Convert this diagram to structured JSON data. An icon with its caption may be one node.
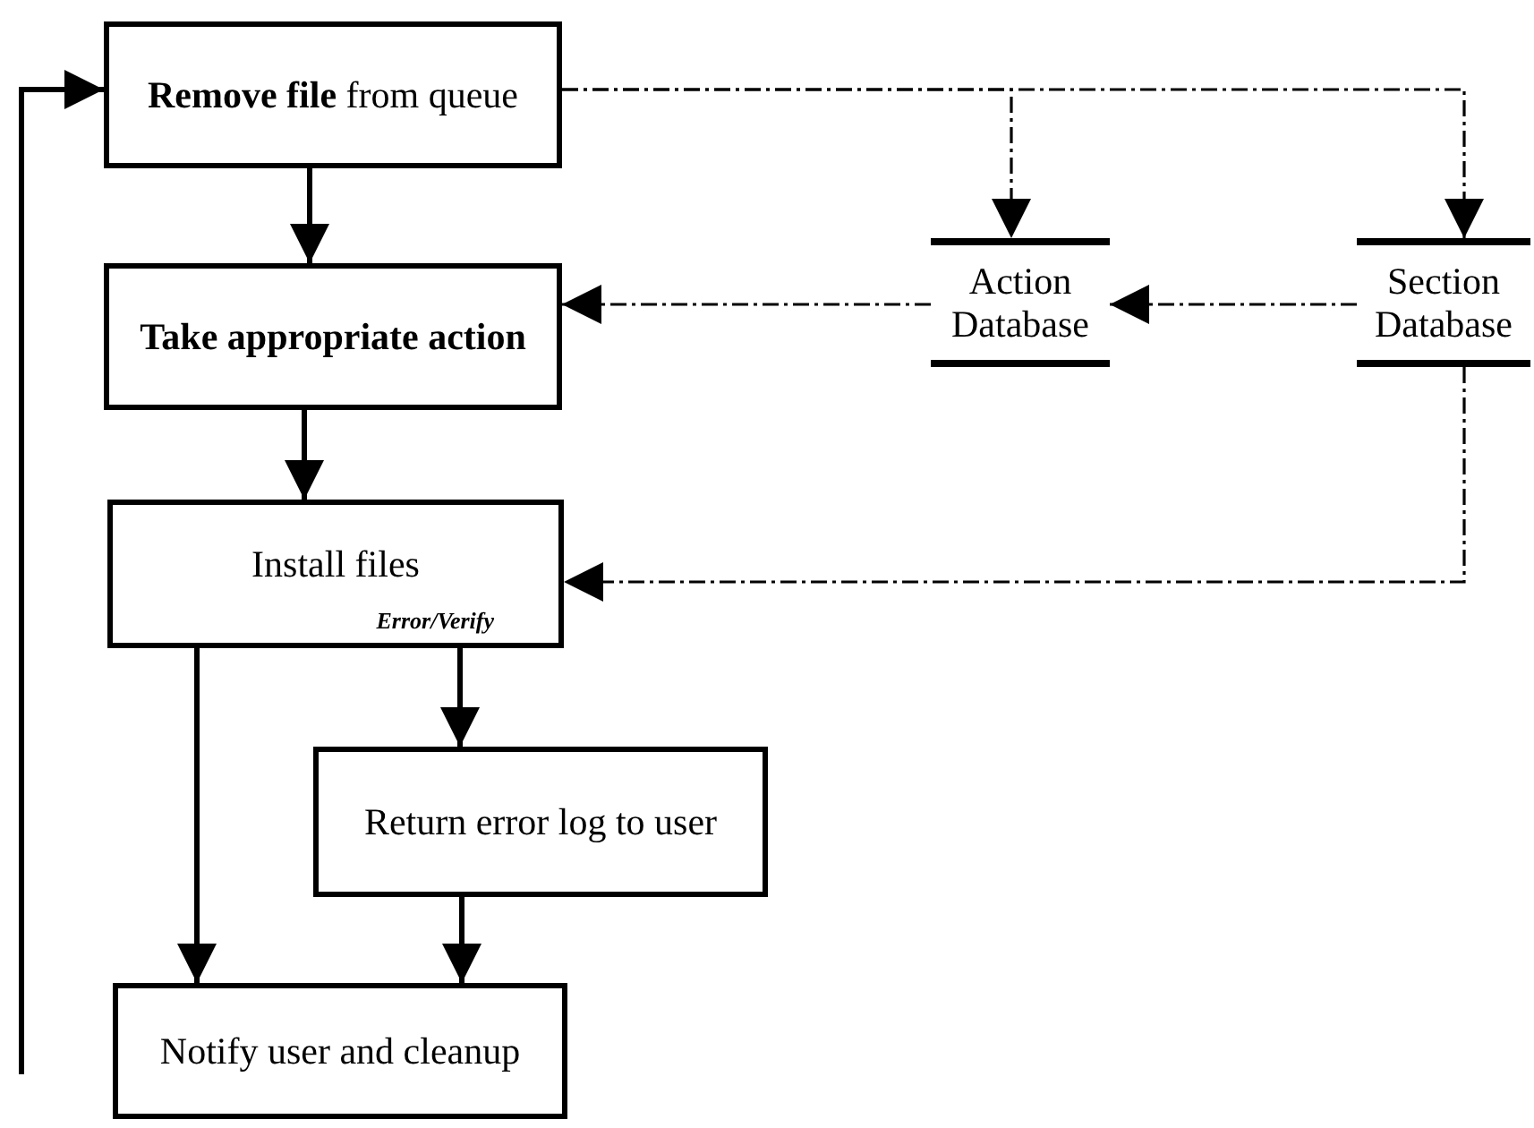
{
  "diagram": {
    "nodes": [
      {
        "text": [
          "**Remove file** from queue"
        ]
      },
      {
        "text": [
          "Take appropriate action"
        ]
      },
      {
        "text": [
          "Install files",
          "Error/Verify"
        ]
      },
      {
        "text": [
          "Return error log to user"
        ]
      },
      {
        "text": [
          "Notify user and cleanup"
        ]
      },
      {
        "text": [
          "Action Database"
        ]
      },
      {
        "text": [
          "Section Database"
        ]
      }
    ],
    "edges": [
      {
        "from": 0,
        "to": 1,
        "arrow": "to"
      },
      {
        "from": 1,
        "to": 2,
        "arrow": "to"
      },
      {
        "from": 2,
        "to": 3,
        "arrow": "to"
      },
      {
        "from": 2,
        "to": 4,
        "arrow": "to"
      },
      {
        "from": 3,
        "to": 4,
        "arrow": "to"
      },
      {
        "from": null,
        "to": 0,
        "arrow": "to"
      },
      {
        "from": 0,
        "to": 5,
        "arrow": "to",
        "style": "dashed"
      },
      {
        "from": 0,
        "to": 6,
        "arrow": "to",
        "style": "dashed"
      },
      {
        "from": 5,
        "to": 1,
        "arrow": "to",
        "style": "dashed"
      },
      {
        "from": 6,
        "to": 5,
        "arrow": "to",
        "style": "dashed"
      },
      {
        "from": 6,
        "to": 2,
        "arrow": "to",
        "style": "dashed"
      }
    ]
  }
}
